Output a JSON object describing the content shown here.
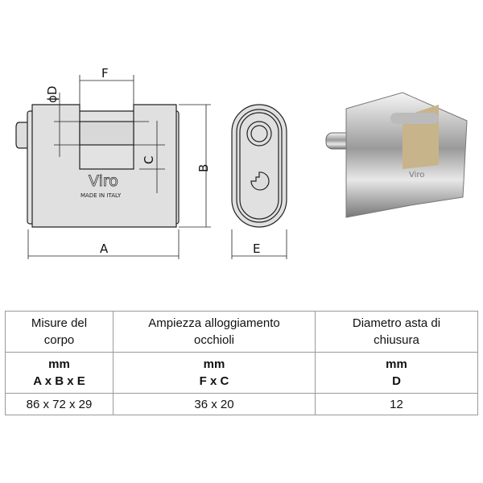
{
  "drawing": {
    "labels": {
      "F": "F",
      "D": "ϕD",
      "C": "C",
      "B": "B",
      "A": "A",
      "E": "E"
    },
    "brand": "Viro",
    "made_in": "MADE IN ITALY"
  },
  "table": {
    "headers": [
      [
        "Misure del",
        "corpo"
      ],
      [
        "Ampiezza alloggiamento",
        "occhioli"
      ],
      [
        "Diametro asta di",
        "chiusura"
      ]
    ],
    "units": [
      [
        "mm",
        "A x B x E"
      ],
      [
        "mm",
        "F x C"
      ],
      [
        "mm",
        "D"
      ]
    ],
    "values": [
      "86 x 72 x 29",
      "36 x 20",
      "12"
    ]
  }
}
